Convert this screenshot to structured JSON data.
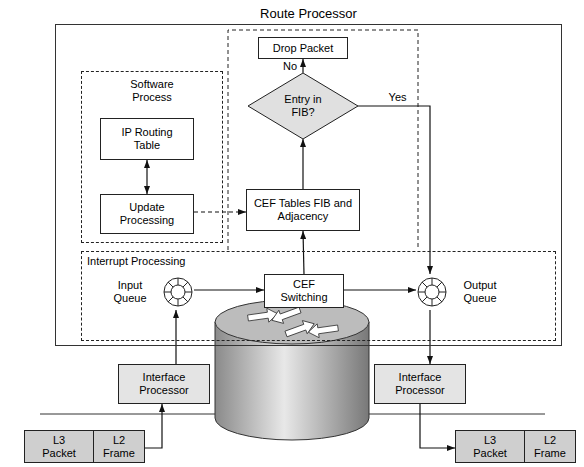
{
  "diagram": {
    "nodes": [
      {
        "text": [
          "Route Processor"
        ]
      },
      {
        "text": [
          "Software Process"
        ],
        "in": 0
      },
      {
        "text": [
          "IP Routing Table"
        ],
        "in": 1
      },
      {
        "text": [
          "Update Processing"
        ],
        "in": 1
      },
      {
        "text": [
          "Drop Packet"
        ],
        "in": 0
      },
      {
        "text": [
          "Entry in FIB?"
        ],
        "in": 0
      },
      {
        "text": [
          "CEF Tables FIB and Adjacency"
        ],
        "in": 0
      },
      {
        "text": [
          "Interrupt Processing"
        ],
        "in": 0
      },
      {
        "text": [
          "Input Queue"
        ],
        "in": 7
      },
      {
        "text": [
          "CEF Switching"
        ],
        "in": 7
      },
      {
        "text": [
          "Output Queue"
        ],
        "in": 7
      },
      {
        "text": [
          "Interface Processor"
        ]
      },
      {
        "text": [
          "Interface Processor"
        ]
      },
      {
        "text": [
          "L3 Packet"
        ]
      },
      {
        "text": [
          "L2 Frame"
        ]
      },
      {
        "text": [
          "L3 Packet"
        ]
      },
      {
        "text": [
          "L2 Frame"
        ]
      }
    ],
    "edges": [
      {
        "from": 2,
        "to": 3,
        "arrow": "both"
      },
      {
        "from": 3,
        "to": 6,
        "arrow": "to"
      },
      {
        "from": 6,
        "to": 5,
        "arrow": "to"
      },
      {
        "from": 5,
        "to": 4,
        "label": "No",
        "arrow": "to"
      },
      {
        "from": 5,
        "to": 10,
        "label": "Yes",
        "arrow": "to"
      },
      {
        "from": 9,
        "to": 6,
        "arrow": "to"
      },
      {
        "from": 8,
        "to": 9,
        "arrow": "to"
      },
      {
        "from": 9,
        "to": 10,
        "arrow": "to"
      },
      {
        "from": 11,
        "to": 8,
        "arrow": "to"
      },
      {
        "from": 10,
        "to": 12,
        "arrow": "to"
      },
      {
        "from": 14,
        "to": 11,
        "arrow": "to"
      },
      {
        "from": 12,
        "to": 15,
        "arrow": "to"
      }
    ]
  }
}
